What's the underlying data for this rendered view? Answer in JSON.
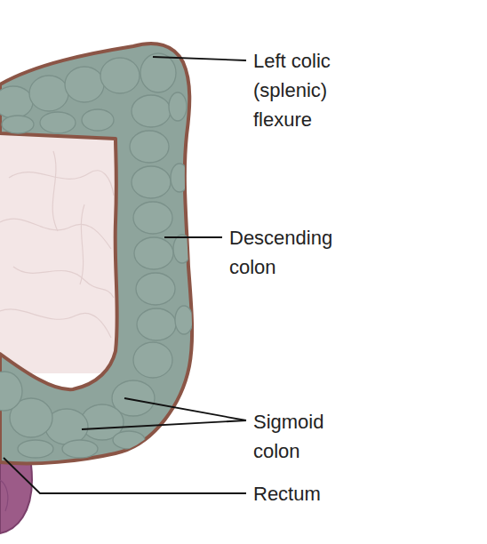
{
  "diagram": {
    "labels": [
      "Left colic (splenic) flexure",
      "Descending colon",
      "Sigmoid colon",
      "Rectum"
    ]
  }
}
